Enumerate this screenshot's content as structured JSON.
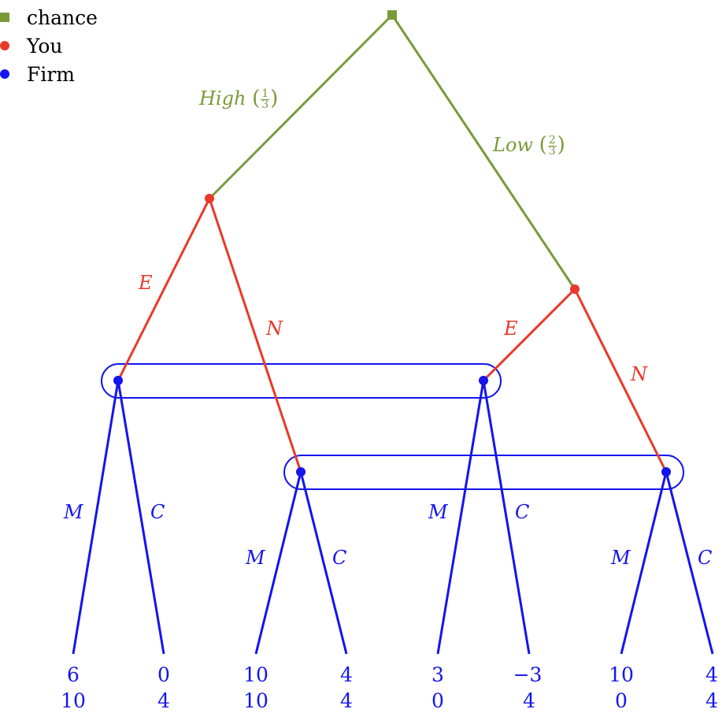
{
  "legend": {
    "items": [
      {
        "label": "chance",
        "marker": "square",
        "color": "#7a9a3a"
      },
      {
        "label": "You",
        "marker": "circle",
        "color": "#e8392a"
      },
      {
        "label": "Firm",
        "marker": "circle",
        "color": "#1414ee"
      }
    ]
  },
  "colors": {
    "chance": "#7a9a3a",
    "you": "#e8392a",
    "firm": "#1414ee"
  },
  "chance_branches": {
    "high": {
      "label": "High",
      "prob_num": "1",
      "prob_den": "3"
    },
    "low": {
      "label": "Low",
      "prob_num": "2",
      "prob_den": "3"
    }
  },
  "you_actions": {
    "high_e": "E",
    "high_n": "N",
    "low_e": "E",
    "low_n": "N"
  },
  "firm_actions": {
    "n1_m": "M",
    "n1_c": "C",
    "n2_m": "M",
    "n2_c": "C",
    "n3_m": "M",
    "n3_c": "C",
    "n4_m": "M",
    "n4_c": "C"
  },
  "payoffs": [
    {
      "you": "6",
      "firm": "10"
    },
    {
      "you": "0",
      "firm": "4"
    },
    {
      "you": "10",
      "firm": "10"
    },
    {
      "you": "4",
      "firm": "4"
    },
    {
      "you": "3",
      "firm": "0"
    },
    {
      "you": "−3",
      "firm": "4"
    },
    {
      "you": "10",
      "firm": "0"
    },
    {
      "you": "4",
      "firm": "4"
    }
  ]
}
